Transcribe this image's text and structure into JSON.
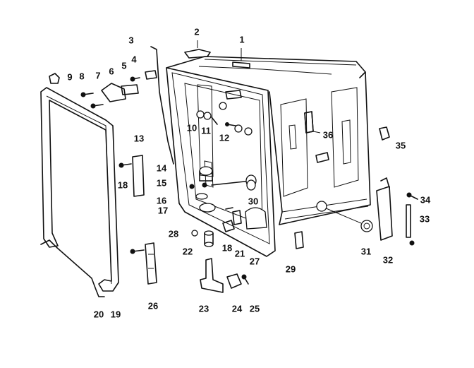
{
  "callouts": [
    "1",
    "2",
    "3",
    "4",
    "5",
    "6",
    "7",
    "8",
    "9",
    "10",
    "11",
    "12",
    "13",
    "14",
    "15",
    "16",
    "17",
    "18",
    "19",
    "20",
    "21",
    "22",
    "23",
    "24",
    "25",
    "26",
    "27",
    "28",
    "29",
    "30",
    "31",
    "32",
    "33",
    "34",
    "35",
    "36"
  ]
}
